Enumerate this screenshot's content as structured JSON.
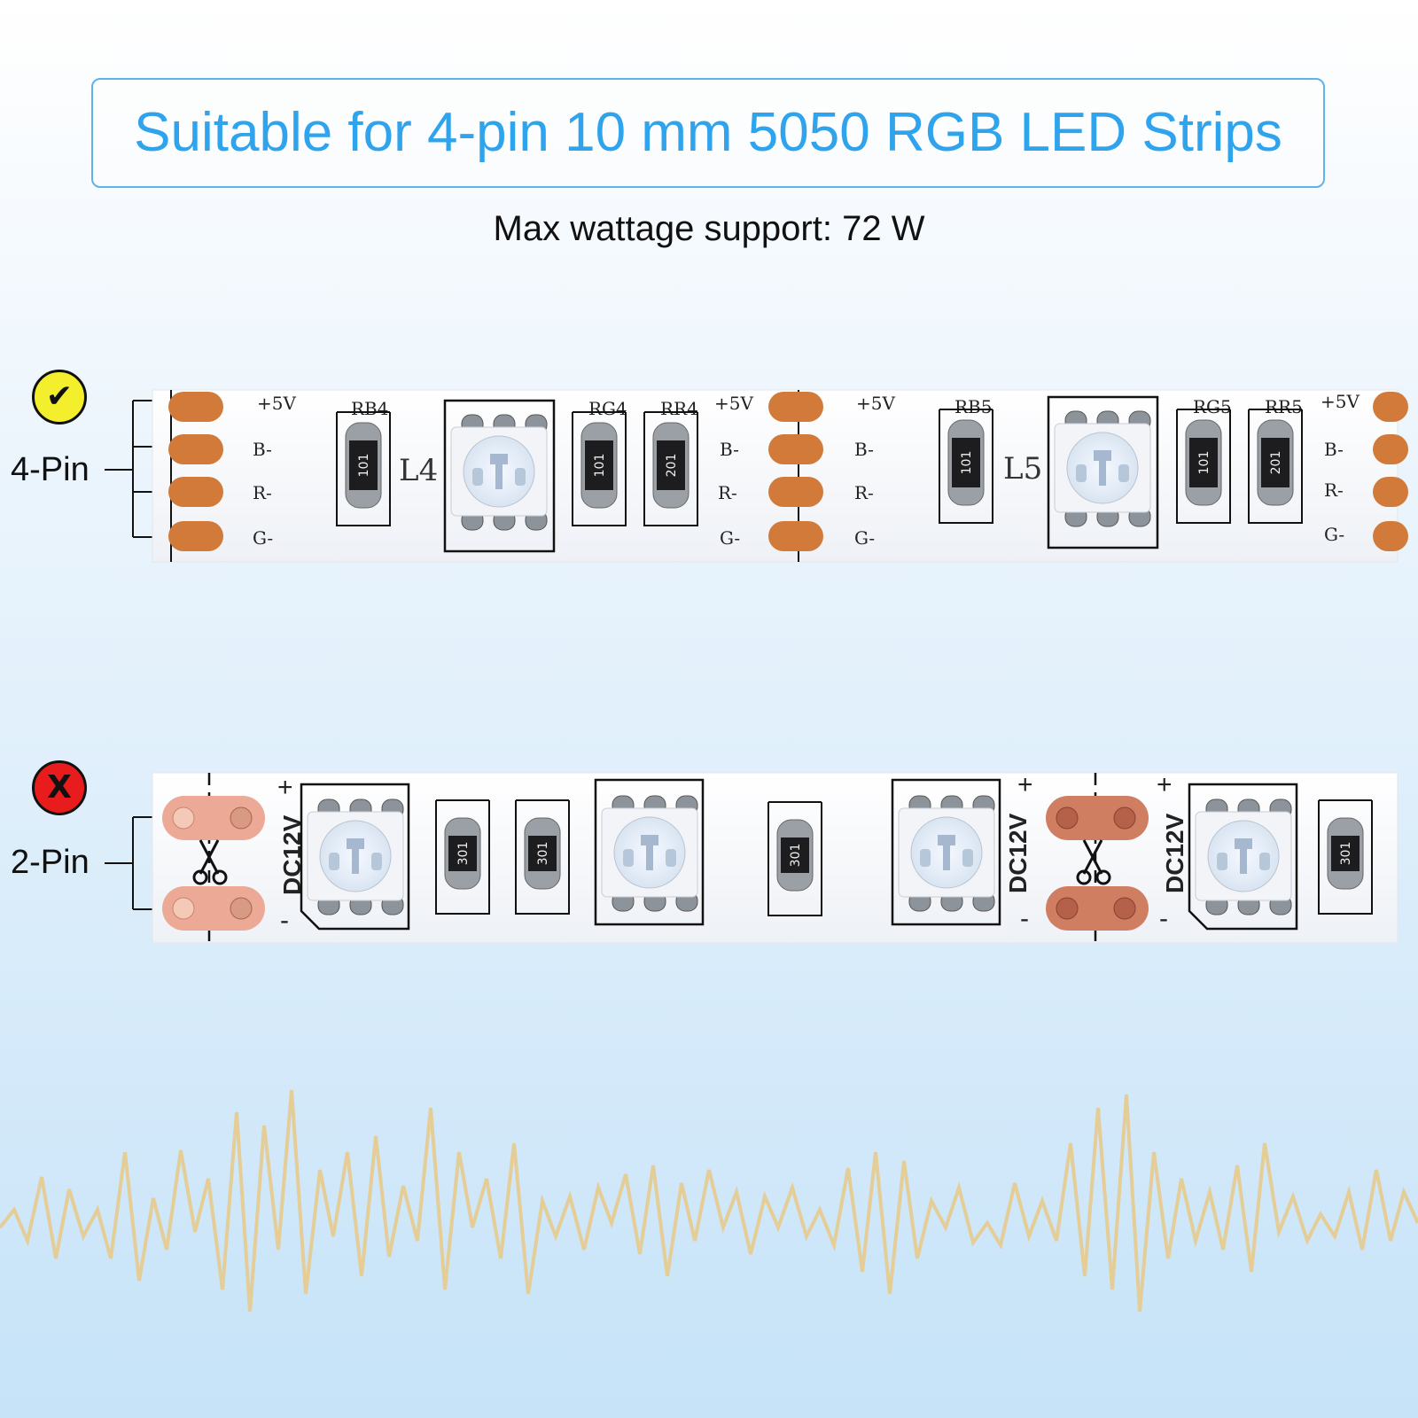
{
  "header": {
    "title": "Suitable for 4-pin 10 mm 5050 RGB LED Strips",
    "subtitle": "Max wattage support: 72 W"
  },
  "compatible": {
    "label": "4-Pin",
    "badge_symbol": "✔",
    "strip_labels": {
      "pad_labels": [
        "+5V",
        "B-",
        "R-",
        "G-"
      ],
      "resistors_1": [
        "RB4",
        "RG4",
        "RR4"
      ],
      "resistors_2": [
        "RB5",
        "RG5",
        "RR5"
      ],
      "led_1": "L4",
      "led_2": "L5",
      "codes": [
        "101",
        "101",
        "201",
        "101",
        "101",
        "201"
      ]
    }
  },
  "incompatible": {
    "label": "2-Pin",
    "badge_symbol": "X",
    "strip_labels": {
      "voltage": "DC12V",
      "plus": "+",
      "minus": "-",
      "codes": [
        "301",
        "301",
        "301",
        "301"
      ]
    }
  },
  "colors": {
    "accent": "#2fa3ec",
    "pad_copper": "#d27a3a",
    "pad_copper_light": "#e8a590",
    "wave": "#e4cd96",
    "ok_badge": "#f3ef2c",
    "no_badge": "#e81c1c"
  }
}
